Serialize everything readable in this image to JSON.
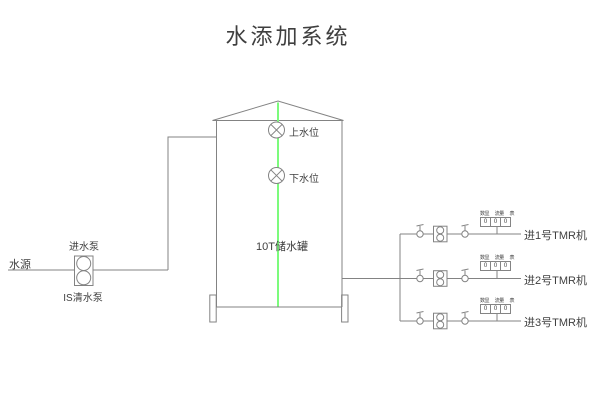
{
  "title": "水添加系统",
  "colors": {
    "line": "#838383",
    "text": "#3f3f3f",
    "level_line": "#7cfb7c"
  },
  "water_source": {
    "label": "水源"
  },
  "inlet_pump": {
    "top_label": "进水泵",
    "bottom_label": "IS清水泵"
  },
  "tank": {
    "label": "10T储水罐",
    "upper_level_label": "上水位",
    "lower_level_label": "下水位"
  },
  "branches": [
    {
      "label": "进1号TMR机",
      "meter": {
        "headers": [
          "数显",
          "流量",
          "表"
        ],
        "digits": [
          "0",
          "0",
          "0"
        ]
      }
    },
    {
      "label": "进2号TMR机",
      "meter": {
        "headers": [
          "数显",
          "流量",
          "表"
        ],
        "digits": [
          "0",
          "0",
          "0"
        ]
      }
    },
    {
      "label": "进3号TMR机",
      "meter": {
        "headers": [
          "数显",
          "流量",
          "表"
        ],
        "digits": [
          "0",
          "0",
          "0"
        ]
      }
    }
  ]
}
